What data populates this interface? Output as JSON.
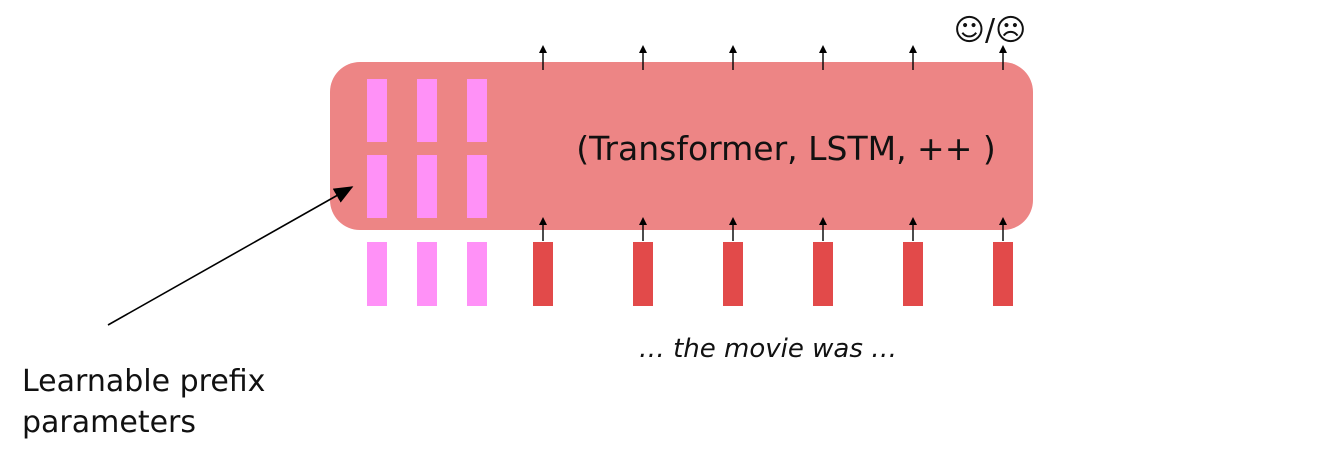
{
  "model_label": "(Transformer, LSTM, ++ )",
  "input_text": "… the movie was …",
  "caption_lines": [
    "Learnable prefix",
    "parameters"
  ],
  "output_label": "☺/☹",
  "prefix_column_count": 3,
  "input_token_count": 6,
  "colors": {
    "model_box": "#ed8585",
    "prefix_params": "#ff91f7",
    "input_tokens": "#e24a4a",
    "arrows": "#000000"
  }
}
